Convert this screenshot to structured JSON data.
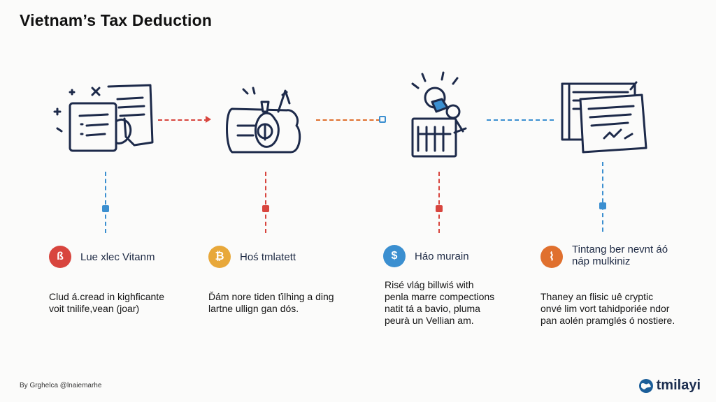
{
  "title": "Vietnam’s Ta​x Deduction",
  "colors": {
    "red": "#d8453e",
    "orange": "#e8a83a",
    "blue": "#3b8fd0",
    "deep_orange": "#e0702e",
    "ink": "#1d2a4a"
  },
  "steps": [
    {
      "badge": "ß",
      "icon": "document-checklist-icon",
      "label": "Lue xlec Vitanm",
      "desc": [
        "Clud á.cread in kighficante",
        "voit tnilife,vean (joar)"
      ]
    },
    {
      "badge": "₿",
      "icon": "wallet-coin-icon",
      "label": "Hoś tmlatett",
      "desc": [
        "Ďám nore tiden ťilhing a ding",
        "lartne ullign gan dós."
      ]
    },
    {
      "badge": "$",
      "icon": "person-calculator-icon",
      "label": "Háo murain",
      "desc": [
        "Risé vlág billwiś with",
        "penla marre compections",
        "natit tá a bavio, pluma",
        "peurà un Vellian am."
      ]
    },
    {
      "badge": "⌇",
      "icon": "report-documents-icon",
      "label": "Tintang ber nevnt áó\nnáp mulkiniz",
      "desc": [
        "Thaney an flisic uê cryptic",
        "onvé lim vort tahidporiée ndor",
        "pan aolén pramglés ó nostiere."
      ]
    }
  ],
  "footer": "By Grghelca @lnaiemarhe",
  "brand": "tmilayi"
}
